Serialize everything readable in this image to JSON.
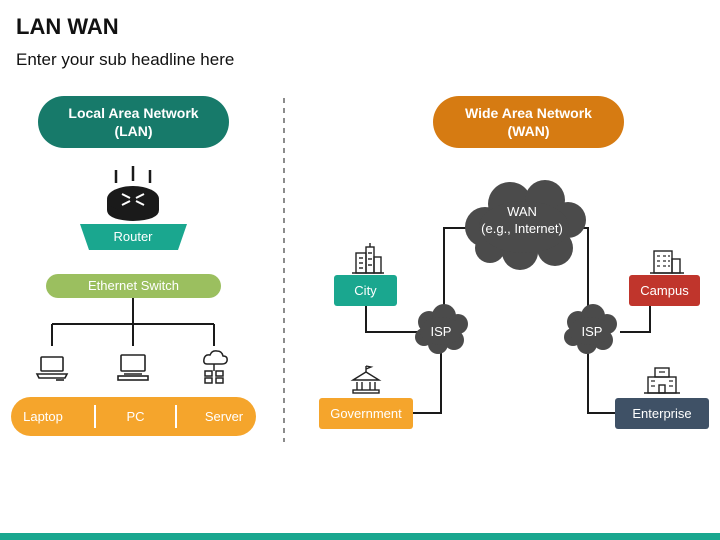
{
  "title": "LAN WAN",
  "subtitle": "Enter your sub headline here",
  "lan": {
    "heading_line1": "Local Area Network",
    "heading_line2": "(LAN)",
    "router_label": "Router",
    "switch_label": "Ethernet Switch",
    "devices": [
      "Laptop",
      "PC",
      "Server"
    ]
  },
  "wan": {
    "heading_line1": "Wide Area Network",
    "heading_line2": "(WAN)",
    "cloud_line1": "WAN",
    "cloud_line2": "(e.g., Internet)",
    "isp_left": "ISP",
    "isp_right": "ISP",
    "city": "City",
    "government": "Government",
    "campus": "Campus",
    "enterprise": "Enterprise"
  },
  "colors": {
    "lan_green": "#177a6a",
    "wan_orange": "#d67b12",
    "router_teal": "#1aa78f",
    "switch_green": "#9bbf5f",
    "device_orange": "#f5a52c",
    "city_teal": "#1aa78f",
    "gov_orange": "#f5a52c",
    "campus_red": "#c0352c",
    "enterprise_slate": "#3f5166",
    "cloud_gray": "#4b4b4b"
  },
  "icons": {
    "router": "router-icon",
    "laptop": "laptop-icon",
    "pc": "pc-icon",
    "server": "server-icon",
    "city": "city-buildings-icon",
    "government": "government-building-icon",
    "campus": "campus-building-icon",
    "enterprise": "enterprise-building-icon"
  }
}
